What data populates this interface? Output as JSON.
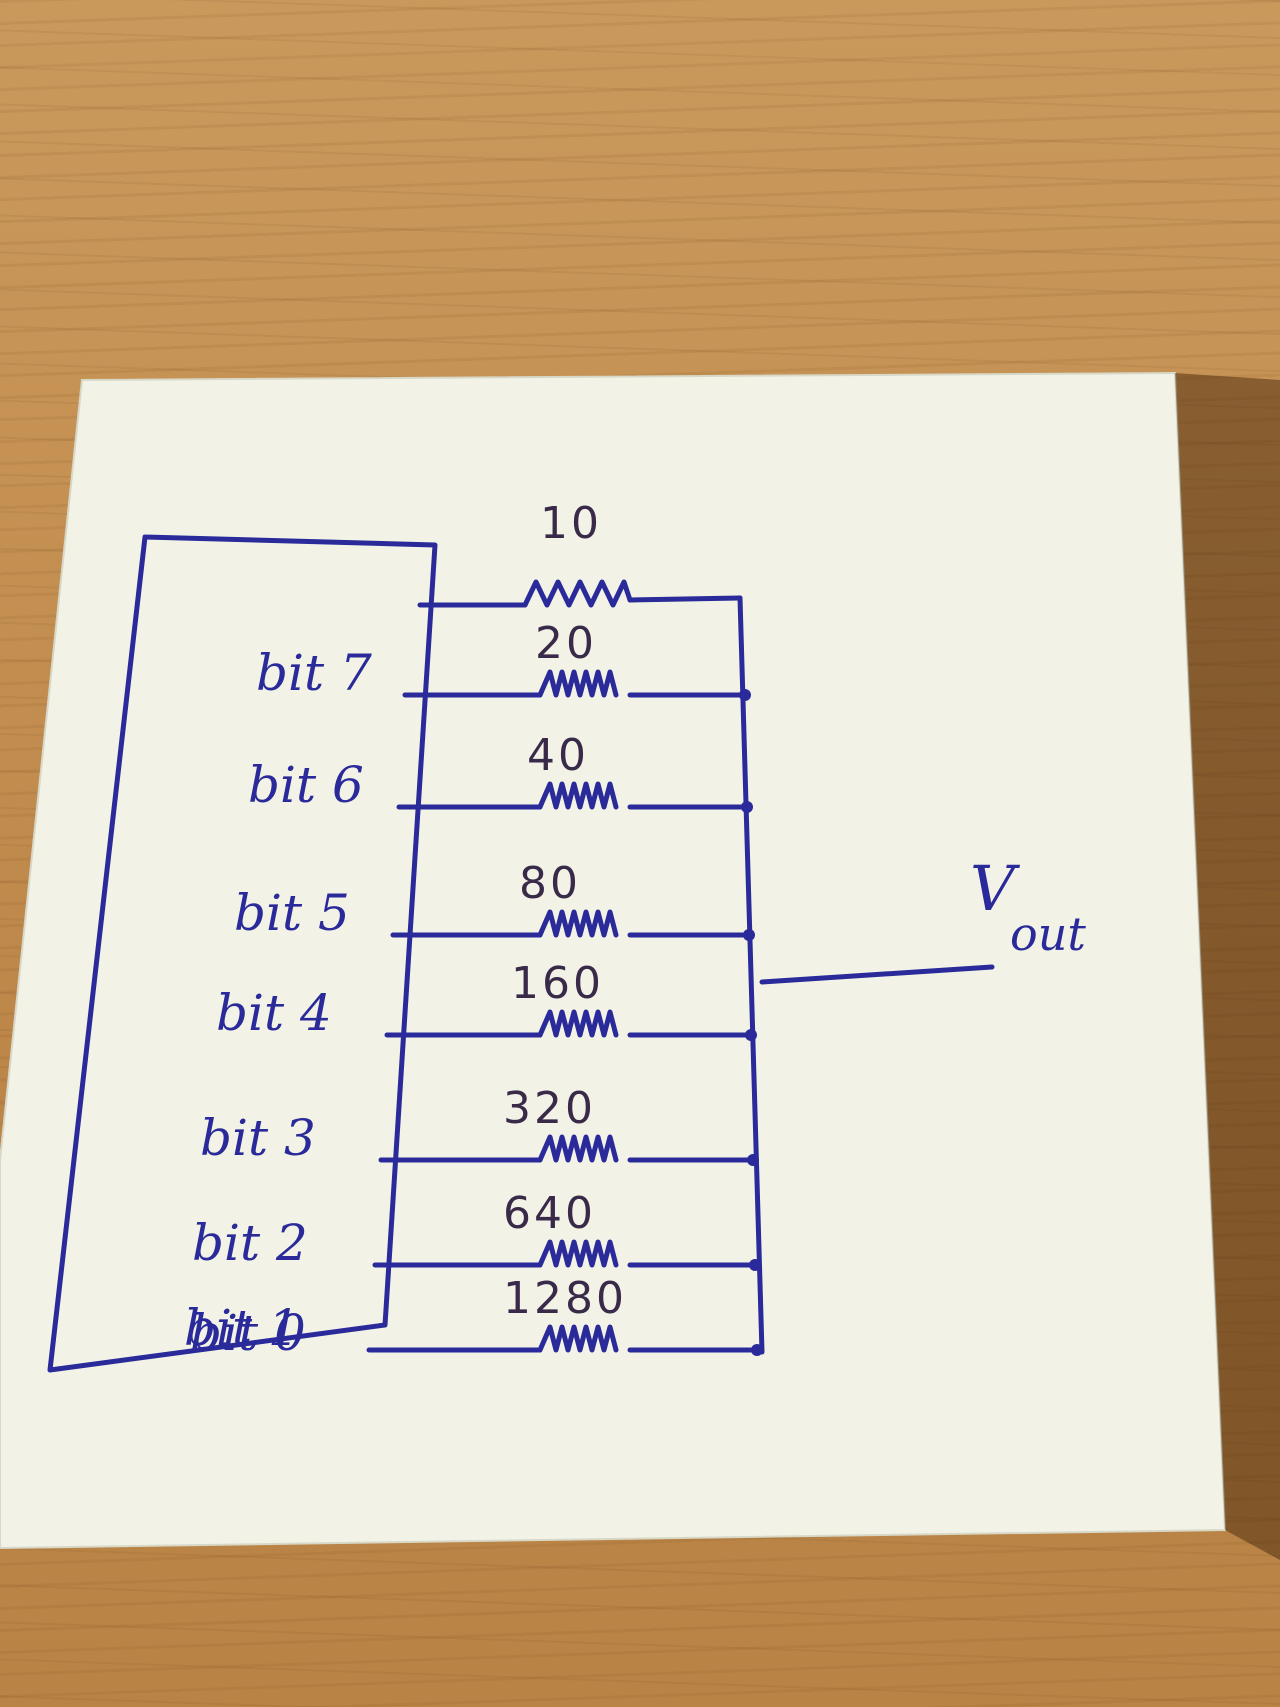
{
  "top_resistor_value": "10",
  "rows": [
    {
      "bit": "bit 7",
      "value": "20"
    },
    {
      "bit": "bit 6",
      "value": "40"
    },
    {
      "bit": "bit 5",
      "value": "80"
    },
    {
      "bit": "bit 4",
      "value": "160"
    },
    {
      "bit": "bit 3",
      "value": "320"
    },
    {
      "bit": "bit 2",
      "value": "640"
    },
    {
      "bit": "bit 1",
      "value": "1280"
    },
    {
      "bit": "bit 0",
      "value": ""
    }
  ],
  "output": {
    "main": "V",
    "sub": "out"
  },
  "colors": {
    "ink": "#2a2a9a",
    "paper": "#f2f3e6",
    "wood": "#c59153"
  }
}
